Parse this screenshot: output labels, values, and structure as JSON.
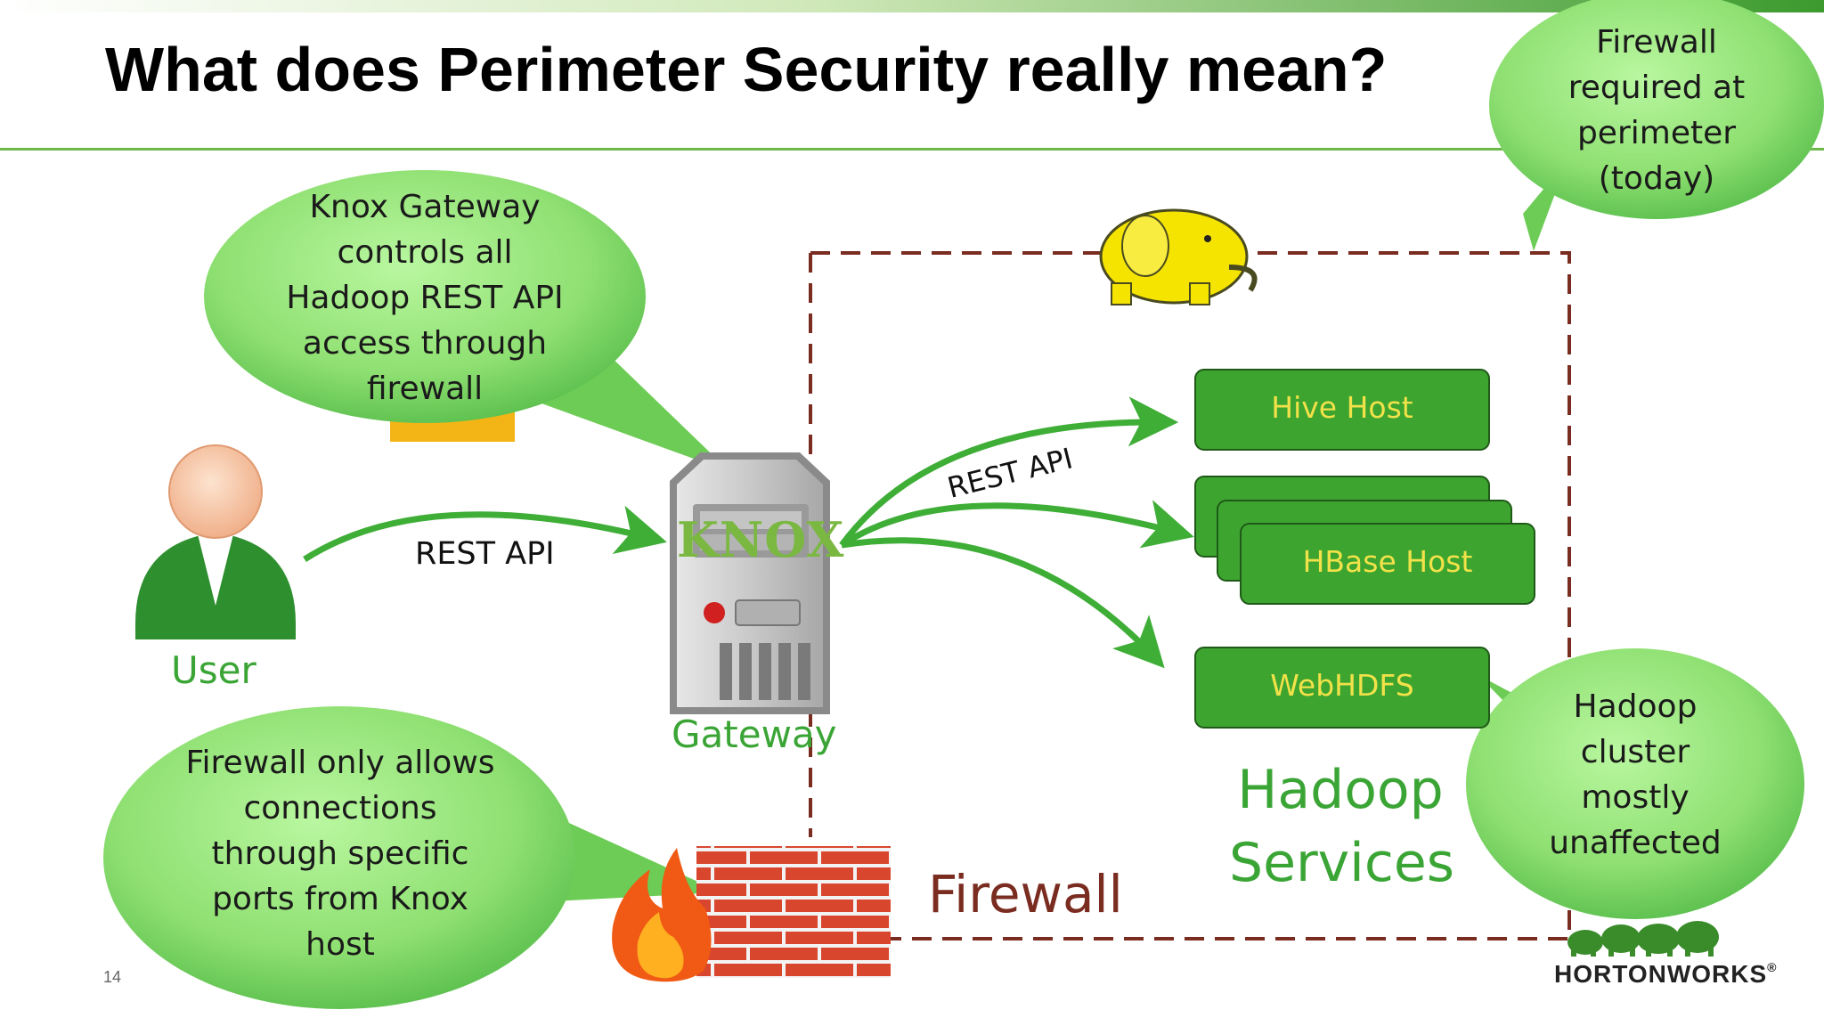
{
  "slide": {
    "title": "What does Perimeter Security really mean?",
    "page_number": "14",
    "logo_text": "HORTONWORKS",
    "logo_mark": "®"
  },
  "callouts": {
    "firewall_required": [
      "Firewall",
      "required at",
      "perimeter",
      "(today)"
    ],
    "knox_controls": [
      "Knox Gateway",
      "controls all",
      "Hadoop REST API",
      "access through",
      "firewall"
    ],
    "firewall_allows": [
      "Firewall only allows",
      "connections",
      "through specific",
      "ports from Knox",
      "host"
    ],
    "cluster_unaffected": [
      "Hadoop",
      "cluster",
      "mostly",
      "unaffected"
    ]
  },
  "labels": {
    "user": "User",
    "gateway": "Gateway",
    "knox": "KNOX",
    "rest_api_left": "REST API",
    "rest_api_right": "REST API",
    "firewall": "Firewall",
    "hadoop_services": [
      "Hadoop",
      "Services"
    ]
  },
  "hosts": {
    "hive": "Hive Host",
    "hbase": "HBase Host",
    "webhdfs": "WebHDFS"
  },
  "colors": {
    "accent_green": "#3aa535",
    "bubble_light": "#a4f08a",
    "bubble_dark": "#4fb845",
    "box_green": "#3da42f",
    "box_text": "#f2e24a",
    "perimeter_dash": "#7a2c20",
    "brick": "#d9462e",
    "elephant": "#f5e400"
  },
  "icons": {
    "user": "user-icon",
    "server": "server-icon",
    "elephant": "hadoop-elephant-icon",
    "firewall": "brick-wall-icon",
    "fire": "flame-icon",
    "logo": "hortonworks-elephants-icon"
  }
}
